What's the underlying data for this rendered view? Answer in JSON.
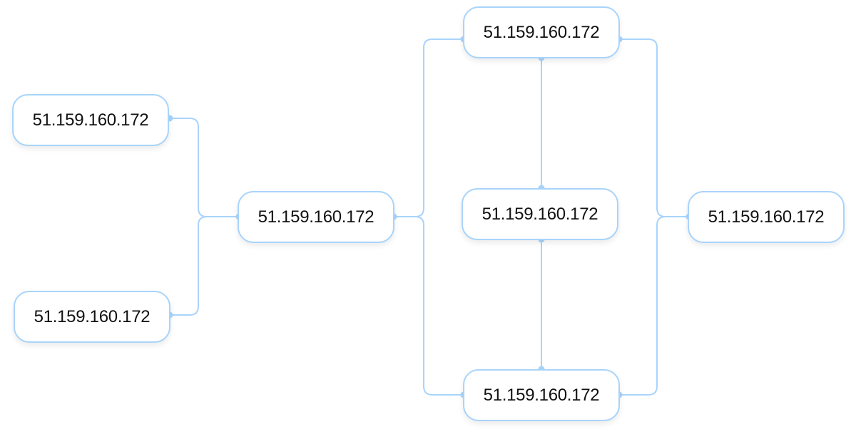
{
  "diagram": {
    "edge_color": "#a8d4fb",
    "nodes": [
      {
        "id": "a",
        "label": "51.159.160.172"
      },
      {
        "id": "b",
        "label": "51.159.160.172"
      },
      {
        "id": "c",
        "label": "51.159.160.172"
      },
      {
        "id": "d",
        "label": "51.159.160.172"
      },
      {
        "id": "e",
        "label": "51.159.160.172"
      },
      {
        "id": "f",
        "label": "51.159.160.172"
      },
      {
        "id": "g",
        "label": "51.159.160.172"
      }
    ],
    "edges": [
      {
        "from": "a",
        "to": "c"
      },
      {
        "from": "b",
        "to": "c"
      },
      {
        "from": "c",
        "to": "d"
      },
      {
        "from": "c",
        "to": "f"
      },
      {
        "from": "d",
        "to": "e"
      },
      {
        "from": "e",
        "to": "f"
      },
      {
        "from": "d",
        "to": "g"
      },
      {
        "from": "f",
        "to": "g"
      }
    ]
  }
}
